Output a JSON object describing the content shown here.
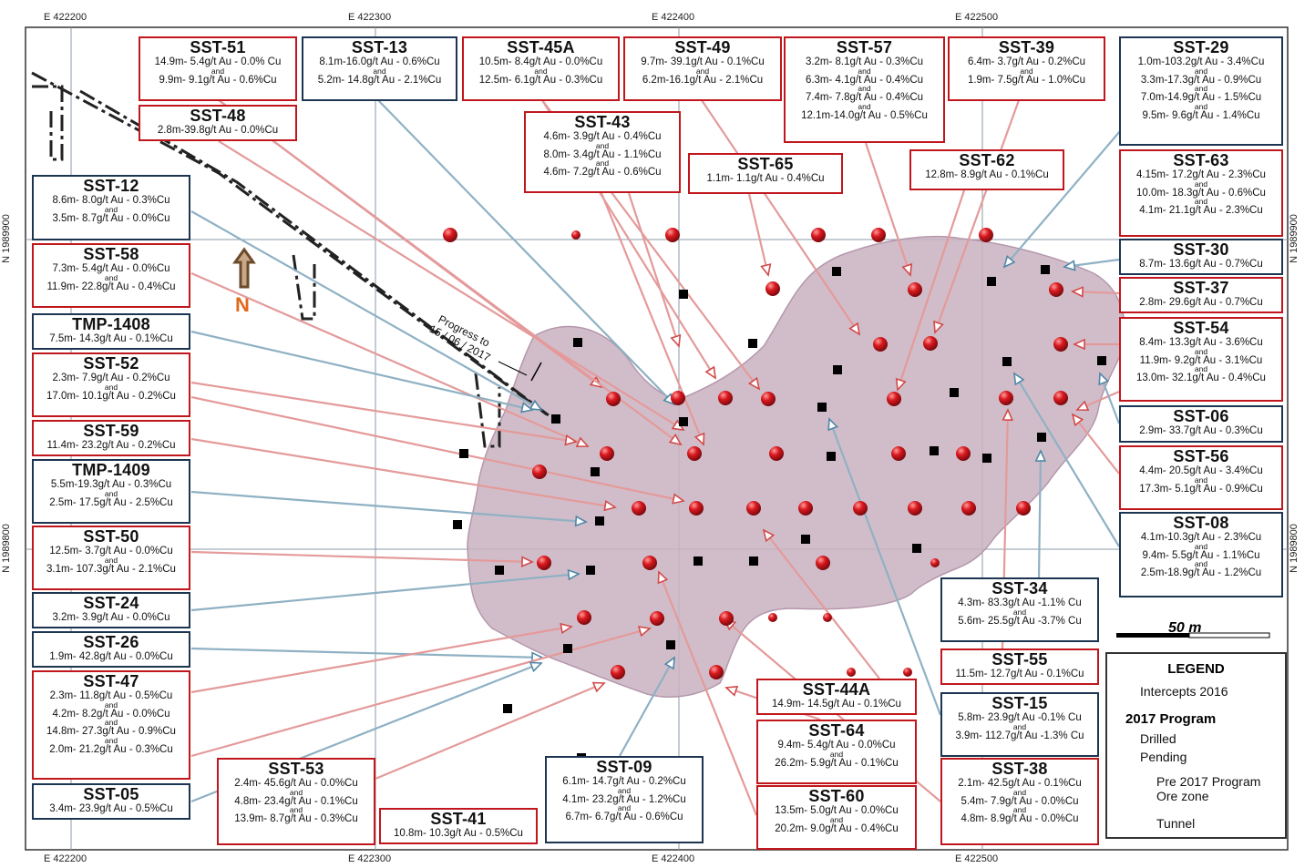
{
  "coordinates": {
    "eastings_top": [
      "E 422200",
      "E 422300",
      "E 422400",
      "E 422500"
    ],
    "eastings_bottom": [
      "E 422200",
      "E 422300",
      "E 422400",
      "E 422500"
    ],
    "northings_left": [
      "N 1989900",
      "N 1989800"
    ],
    "northings_right": [
      "N 1989900",
      "N 1989800"
    ]
  },
  "north_arrow": "N",
  "progress_note": [
    "Progress to",
    "15 / 06 / 2017"
  ],
  "scale_bar": "50 m",
  "legend": {
    "title": "LEGEND",
    "intercepts": "Intercepts 2016",
    "program_title": "2017 Program",
    "drilled": "Drilled",
    "pending": "Pending",
    "ore_zone": [
      "Pre 2017 Program",
      "Ore  zone"
    ],
    "tunnel": "Tunnel"
  },
  "colors": {
    "red_frame": "#c0161c",
    "blue_frame": "#1c3550",
    "ore_zone": "#c9b1c0",
    "red_leader": "#e49a9a",
    "blue_leader": "#8fb1c4"
  },
  "holes": [
    {
      "id": "SST-51",
      "color": "red",
      "lines": [
        "14.9m- 5.4g/t Au - 0.0% Cu",
        "9.9m- 9.1g/t Au - 0.6%Cu"
      ]
    },
    {
      "id": "SST-13",
      "color": "blue",
      "lines": [
        "8.1m-16.0g/t Au - 0.6%Cu",
        "5.2m- 14.8g/t Au - 2.1%Cu"
      ]
    },
    {
      "id": "SST-45A",
      "color": "red",
      "lines": [
        "10.5m- 8.4g/t Au - 0.0%Cu",
        "12.5m- 6.1g/t Au - 0.3%Cu"
      ]
    },
    {
      "id": "SST-49",
      "color": "red",
      "lines": [
        "9.7m- 39.1g/t Au - 0.1%Cu",
        "6.2m-16.1g/t Au - 2.1%Cu"
      ]
    },
    {
      "id": "SST-57",
      "color": "red",
      "lines": [
        "3.2m- 8.1g/t Au - 0.3%Cu",
        "6.3m- 4.1g/t Au - 0.4%Cu",
        "7.4m- 7.8g/t Au - 0.4%Cu",
        "12.1m-14.0g/t Au - 0.5%Cu"
      ]
    },
    {
      "id": "SST-39",
      "color": "red",
      "lines": [
        "6.4m- 3.7g/t Au - 0.2%Cu",
        "1.9m- 7.5g/t Au - 1.0%Cu"
      ]
    },
    {
      "id": "SST-29",
      "color": "blue",
      "lines": [
        "1.0m-103.2g/t Au - 3.4%Cu",
        "3.3m-17.3g/t Au - 0.9%Cu",
        "7.0m-14.9g/t Au - 1.5%Cu",
        "9.5m- 9.6g/t Au - 1.4%Cu"
      ]
    },
    {
      "id": "SST-48",
      "color": "red",
      "lines": [
        "2.8m-39.8g/t Au - 0.0%Cu"
      ]
    },
    {
      "id": "SST-43",
      "color": "red",
      "lines": [
        "4.6m- 3.9g/t Au - 0.4%Cu",
        "8.0m- 3.4g/t Au - 1.1%Cu",
        "4.6m- 7.2g/t Au - 0.6%Cu"
      ]
    },
    {
      "id": "SST-65",
      "color": "red",
      "lines": [
        "1.1m- 1.1g/t  Au - 0.4%Cu"
      ]
    },
    {
      "id": "SST-62",
      "color": "red",
      "lines": [
        "12.8m- 8.9g/t Au - 0.1%Cu"
      ]
    },
    {
      "id": "SST-63",
      "color": "red",
      "lines": [
        "4.15m- 17.2g/t Au - 2.3%Cu",
        "10.0m- 18.3g/t Au - 0.6%Cu",
        "4.1m- 21.1g/t Au - 2.3%Cu"
      ]
    },
    {
      "id": "SST-12",
      "color": "blue",
      "lines": [
        "8.6m- 8.0g/t Au - 0.3%Cu",
        "3.5m- 8.7g/t Au - 0.0%Cu"
      ]
    },
    {
      "id": "SST-30",
      "color": "blue",
      "lines": [
        "8.7m- 13.6g/t Au - 0.7%Cu"
      ]
    },
    {
      "id": "SST-58",
      "color": "red",
      "lines": [
        "7.3m- 5.4g/t Au - 0.0%Cu",
        "11.9m- 22.8g/t Au - 0.4%Cu"
      ]
    },
    {
      "id": "SST-37",
      "color": "red",
      "lines": [
        "2.8m- 29.6g/t Au - 0.7%Cu"
      ]
    },
    {
      "id": "TMP-1408",
      "color": "blue",
      "lines": [
        "7.5m- 14.3g/t Au - 0.1%Cu"
      ]
    },
    {
      "id": "SST-54",
      "color": "red",
      "lines": [
        "8.4m- 13.3g/t Au - 3.6%Cu",
        "11.9m- 9.2g/t Au - 3.1%Cu",
        "13.0m- 32.1g/t Au - 0.4%Cu"
      ]
    },
    {
      "id": "SST-52",
      "color": "red",
      "lines": [
        "2.3m- 7.9g/t Au - 0.2%Cu",
        "17.0m- 10.1g/t Au - 0.2%Cu"
      ]
    },
    {
      "id": "SST-06",
      "color": "blue",
      "lines": [
        "2.9m- 33.7g/t Au - 0.3%Cu"
      ]
    },
    {
      "id": "SST-59",
      "color": "red",
      "lines": [
        "11.4m- 23.2g/t Au - 0.2%Cu"
      ]
    },
    {
      "id": "SST-56",
      "color": "red",
      "lines": [
        "4.4m- 20.5g/t Au - 3.4%Cu",
        "17.3m- 5.1g/t Au - 0.9%Cu"
      ]
    },
    {
      "id": "TMP-1409",
      "color": "blue",
      "lines": [
        "5.5m-19.3g/t Au - 0.3%Cu",
        "2.5m- 17.5g/t Au - 2.5%Cu"
      ]
    },
    {
      "id": "SST-08",
      "color": "blue",
      "lines": [
        "4.1m-10.3g/t Au - 2.3%Cu",
        "9.4m- 5.5g/t Au - 1.1%Cu",
        "2.5m-18.9g/t Au - 1.2%Cu"
      ]
    },
    {
      "id": "SST-50",
      "color": "red",
      "lines": [
        "12.5m- 3.7g/t Au - 0.0%Cu",
        "3.1m- 107.3g/t Au - 2.1%Cu"
      ]
    },
    {
      "id": "SST-34",
      "color": "blue",
      "lines": [
        "4.3m- 83.3g/t Au -1.1% Cu",
        "5.6m- 25.5g/t Au -3.7% Cu"
      ]
    },
    {
      "id": "SST-24",
      "color": "blue",
      "lines": [
        "3.2m- 3.9g/t Au - 0.0%Cu"
      ]
    },
    {
      "id": "SST-26",
      "color": "blue",
      "lines": [
        "1.9m- 42.8g/t Au - 0.0%Cu"
      ]
    },
    {
      "id": "SST-55",
      "color": "red",
      "lines": [
        "11.5m- 12.7g/t Au - 0.1%Cu"
      ]
    },
    {
      "id": "SST-47",
      "color": "red",
      "lines": [
        "2.3m- 11.8g/t Au - 0.5%Cu",
        "4.2m- 8.2g/t Au - 0.0%Cu",
        "14.8m- 27.3g/t Au - 0.9%Cu",
        "2.0m- 21.2g/t Au - 0.3%Cu"
      ]
    },
    {
      "id": "SST-44A",
      "color": "red",
      "lines": [
        "14.9m- 14.5g/t Au - 0.1%Cu"
      ]
    },
    {
      "id": "SST-15",
      "color": "blue",
      "lines": [
        "5.8m- 23.9g/t Au -0.1% Cu",
        "3.9m- 112.7g/t Au -1.3% Cu"
      ]
    },
    {
      "id": "SST-64",
      "color": "red",
      "lines": [
        "9.4m- 5.4g/t Au - 0.0%Cu",
        "26.2m- 5.9g/t Au - 0.1%Cu"
      ]
    },
    {
      "id": "SST-38",
      "color": "red",
      "lines": [
        "2.1m- 42.5g/t Au - 0.1%Cu",
        "5.4m- 7.9g/t Au - 0.0%Cu",
        "4.8m- 8.9g/t Au - 0.0%Cu"
      ]
    },
    {
      "id": "SST-53",
      "color": "red",
      "lines": [
        "2.4m- 45.6g/t Au - 0.0%Cu",
        "4.8m- 23.4g/t Au - 0.1%Cu",
        "13.9m- 8.7g/t Au - 0.3%Cu"
      ]
    },
    {
      "id": "SST-09",
      "color": "blue",
      "lines": [
        "6.1m- 14.7g/t Au - 0.2%Cu",
        "4.1m- 23.2g/t Au - 1.2%Cu",
        "6.7m- 6.7g/t Au - 0.6%Cu"
      ]
    },
    {
      "id": "SST-60",
      "color": "red",
      "lines": [
        "13.5m- 5.0g/t Au - 0.0%Cu",
        "20.2m- 9.0g/t Au - 0.4%Cu"
      ]
    },
    {
      "id": "SST-41",
      "color": "red",
      "lines": [
        "10.8m- 10.3g/t Au - 0.5%Cu"
      ]
    },
    {
      "id": "SST-05",
      "color": "blue",
      "lines": [
        "3.4m- 23.9g/t Au - 0.5%Cu"
      ]
    }
  ],
  "and_word": "and"
}
